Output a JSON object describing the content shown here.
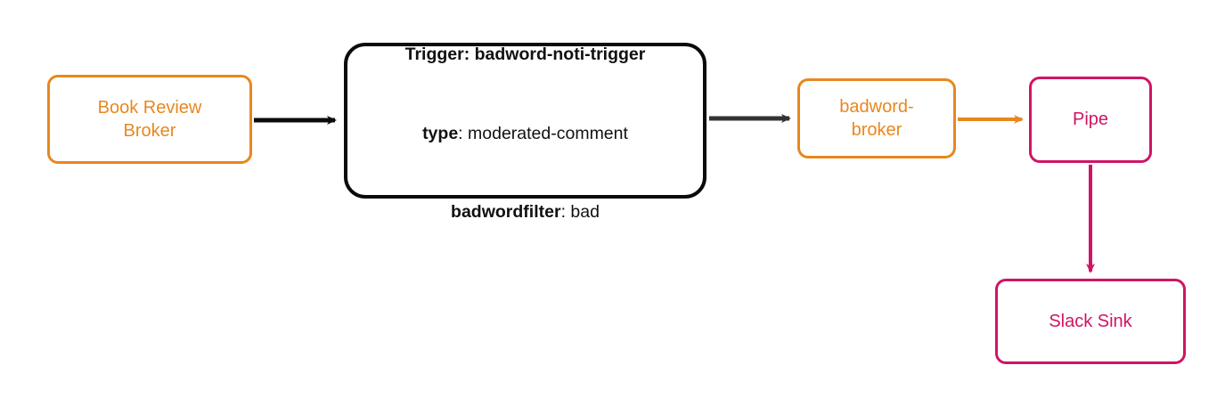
{
  "diagram": {
    "type": "flowchart",
    "direction": "left-to-right",
    "background": "#ffffff",
    "colors": {
      "orange": "#e8871e",
      "magenta": "#d01465",
      "black": "#0b0b0b",
      "dark_gray": "#333333"
    }
  },
  "nodes": {
    "book_review_broker": {
      "label": "Book Review\nBroker",
      "color": "#e8871e"
    },
    "trigger": {
      "color": "#0b0b0b",
      "lines": [
        {
          "key": "Trigger: badword-noti-trigger",
          "value": "",
          "all_bold": true
        },
        {
          "key": "type",
          "value": ": moderated-comment",
          "all_bold": false
        },
        {
          "key": "badwordfilter",
          "value": ": bad",
          "all_bold": false
        }
      ]
    },
    "badword_broker": {
      "label": "badword-\nbroker",
      "color": "#e8871e"
    },
    "pipe": {
      "label": "Pipe",
      "color": "#d01465"
    },
    "slack_sink": {
      "label": "Slack Sink",
      "color": "#d01465"
    }
  },
  "edges": [
    {
      "name": "broker-to-trigger",
      "from": "book_review_broker",
      "to": "trigger",
      "color": "#0b0b0b",
      "label": ""
    },
    {
      "name": "trigger-to-badword-broker",
      "from": "trigger",
      "to": "badword_broker",
      "color": "#333333",
      "label": ""
    },
    {
      "name": "badword-broker-to-pipe",
      "from": "badword_broker",
      "to": "pipe",
      "color": "#e8871e",
      "label": ""
    },
    {
      "name": "pipe-to-slack-sink",
      "from": "pipe",
      "to": "slack_sink",
      "color": "#d01465",
      "label": ""
    }
  ]
}
